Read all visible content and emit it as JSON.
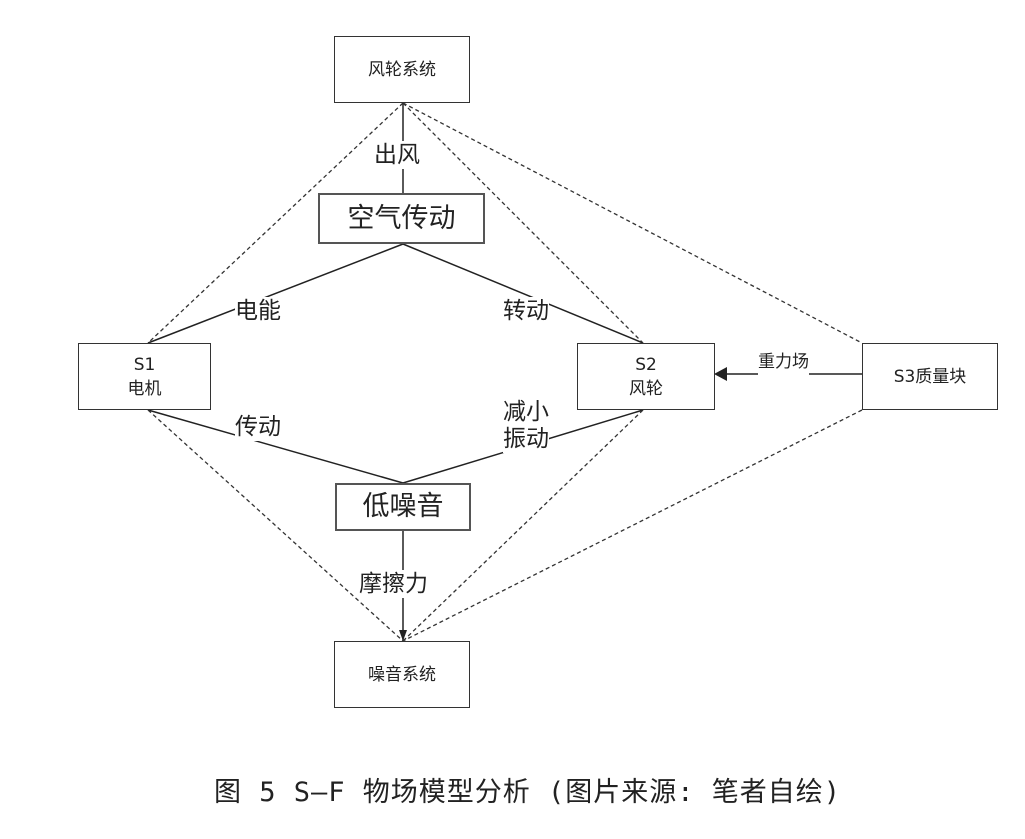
{
  "nodes": {
    "wind_system": "风轮系统",
    "air_transmission": "空气传动",
    "s1_line1": "S1",
    "s1_line2": "电机",
    "s2_line1": "S2",
    "s2_line2": "风轮",
    "s3": "S3质量块",
    "low_noise": "低噪音",
    "noise_system": "噪音系统"
  },
  "edge_labels": {
    "out_wind": "出风",
    "electric_energy": "电能",
    "rotation": "转动",
    "gravity_field": "重力场",
    "transmission": "传动",
    "reduce_vibration_1": "减小",
    "reduce_vibration_2": "振动",
    "friction": "摩擦力"
  },
  "caption": "图 5 S—F 物场模型分析 (图片来源: 笔者自绘)"
}
